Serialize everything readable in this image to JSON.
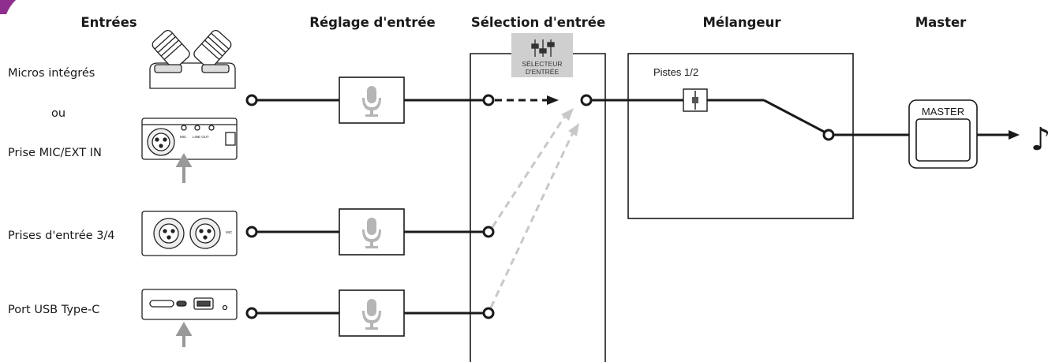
{
  "headers": {
    "inputs": "Entrées",
    "input_setting": "Réglage d'entrée",
    "input_selection": "Sélection d'entrée",
    "mixer": "Mélangeur",
    "master": "Master"
  },
  "sources": {
    "builtin_mics": "Micros intégrés",
    "or": "ou",
    "mic_ext_in": "Prise MIC/EXT IN",
    "inputs_3_4": "Prises d'entrée 3/4",
    "usb_c": "Port USB Type-C"
  },
  "input_selector": {
    "line1": "SÉLECTEUR",
    "line2": "D'ENTRÉE",
    "icon": "fader-selector-icon"
  },
  "mixer": {
    "tracks_label": "Pistes 1/2"
  },
  "master_box": {
    "label": "MASTER"
  },
  "output_icon": "♪",
  "colors": {
    "line": "#1a1a1a",
    "dashed_inactive": "#c8c8c8",
    "selector_bg": "#cfcfcf",
    "corner_accent": "#8e2f8e"
  }
}
